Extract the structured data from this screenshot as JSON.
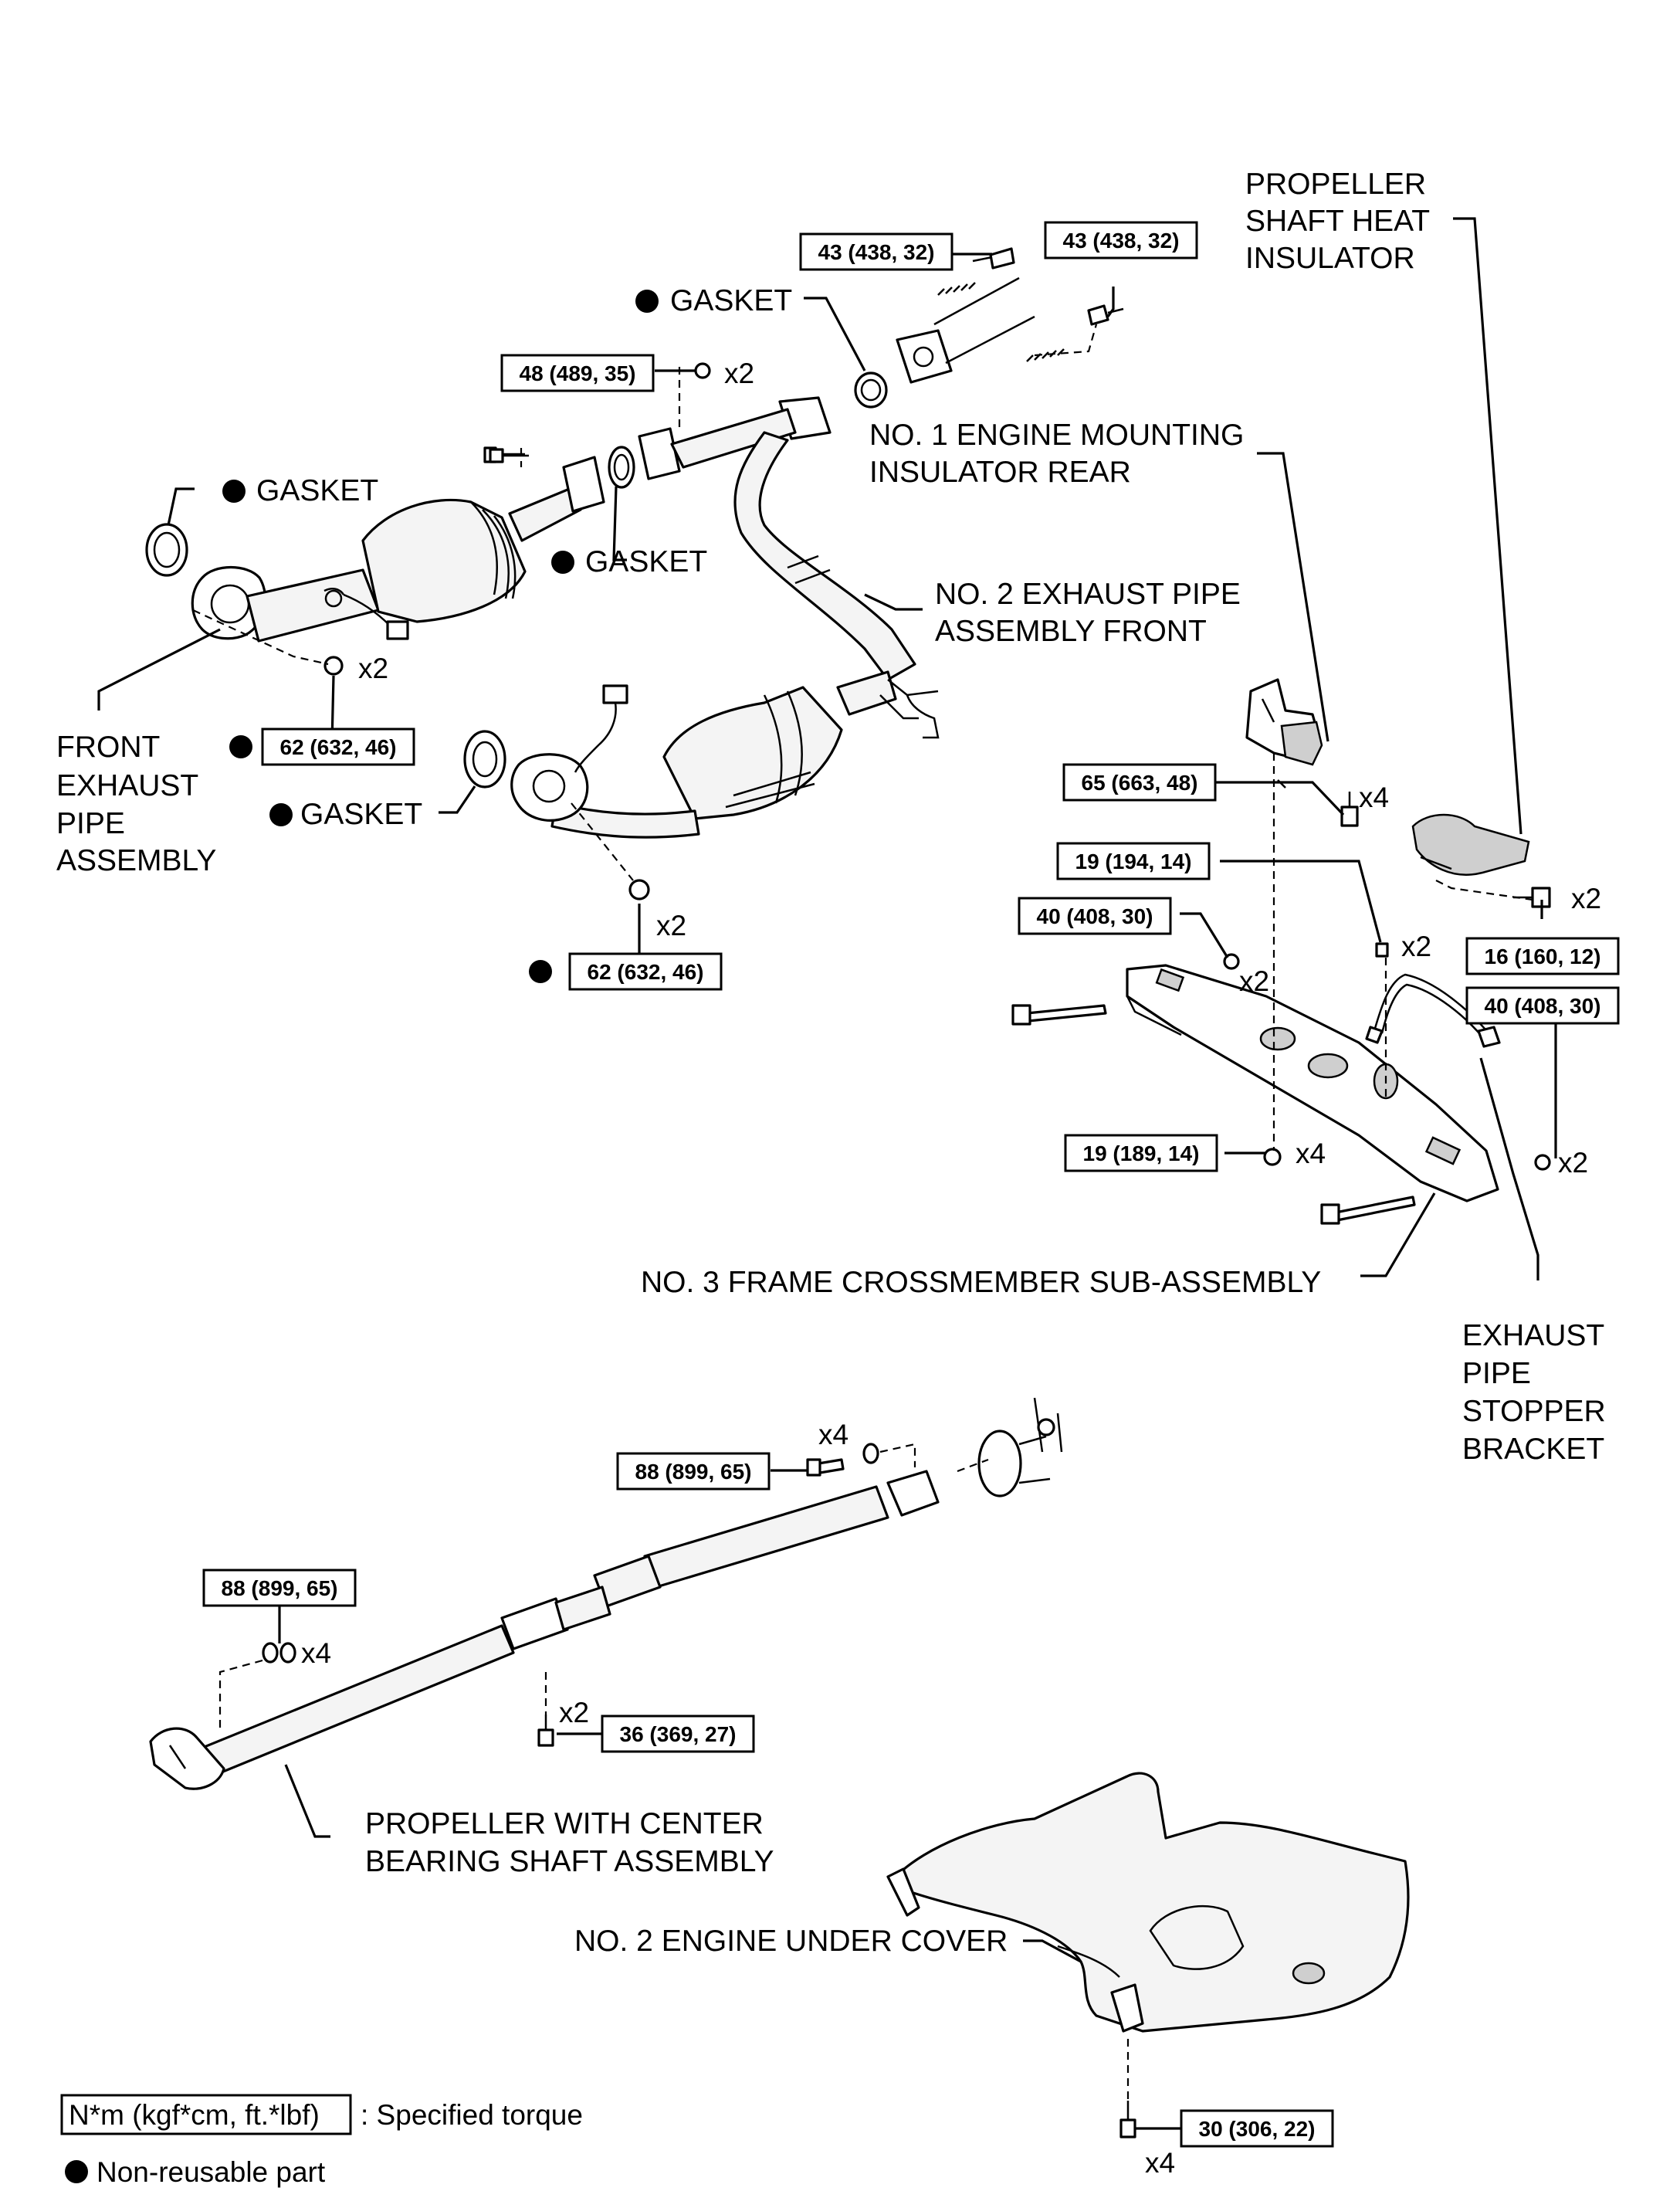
{
  "labels": {
    "propeller_heat_insulator": [
      "PROPELLER",
      "SHAFT HEAT",
      "INSULATOR"
    ],
    "gasket_top": "GASKET",
    "engine_mount": [
      "NO. 1 ENGINE MOUNTING",
      "INSULATOR REAR"
    ],
    "gasket_left": "GASKET",
    "gasket_mid": "GASKET",
    "no2_exhaust": [
      "NO. 2 EXHAUST PIPE",
      "ASSEMBLY FRONT"
    ],
    "front_exhaust": [
      "FRONT",
      "EXHAUST",
      "PIPE",
      "ASSEMBLY"
    ],
    "gasket_low": "GASKET",
    "crossmember": "NO. 3 FRAME CROSSMEMBER SUB-ASSEMBLY",
    "stopper_bracket": [
      "EXHAUST",
      "PIPE",
      "STOPPER",
      "BRACKET"
    ],
    "propeller_shaft": [
      "PROPELLER WITH CENTER",
      "BEARING SHAFT ASSEMBLY"
    ],
    "under_cover": "NO. 2 ENGINE UNDER COVER"
  },
  "torques": {
    "t43a": "43 (438, 32)",
    "t43b": "43 (438, 32)",
    "t48": "48 (489, 35)",
    "t62a": "62 (632, 46)",
    "t62b": "62 (632, 46)",
    "t65": "65 (663, 48)",
    "t19a": "19 (194, 14)",
    "t40a": "40 (408, 30)",
    "t16": "16 (160, 12)",
    "t40b": "40 (408, 30)",
    "t19b": "19 (189, 14)",
    "t88a": "88 (899, 65)",
    "t88b": "88 (899, 65)",
    "t36": "36 (369, 27)",
    "t30": "30 (306, 22)"
  },
  "quantities": {
    "q48": "x2",
    "q62a": "x2",
    "q62b": "x2",
    "q65": "x4",
    "q19a": "x2",
    "q40a": "x2",
    "q16": "x2",
    "q40b": "x2",
    "q19b": "x4",
    "q88a": "x4",
    "q88b": "x4",
    "q36": "x2",
    "q30": "x4"
  },
  "legend": {
    "torque_unit": "N*m (kgf*cm, ft.*lbf)",
    "torque_desc": ": Specified torque",
    "non_reusable": "Non-reusable part"
  }
}
